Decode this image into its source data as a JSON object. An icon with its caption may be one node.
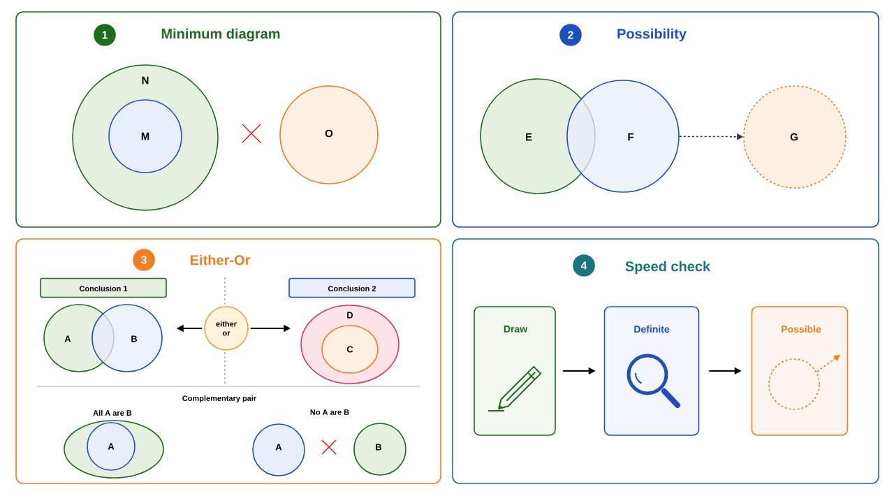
{
  "diagram": {
    "nodes": [
      {
        "text": [
          "Minimum diagram"
        ]
      },
      {
        "text": [
          "1"
        ],
        "in": 0
      },
      {
        "text": [
          "N"
        ],
        "in": 0
      },
      {
        "text": [
          "M"
        ],
        "in": 2
      },
      {
        "text": [
          "O"
        ],
        "in": 0
      },
      {
        "text": [
          "Possibility"
        ]
      },
      {
        "text": [
          "2"
        ],
        "in": 5
      },
      {
        "text": [
          "E"
        ],
        "in": 5
      },
      {
        "text": [
          "F"
        ],
        "in": 5
      },
      {
        "text": [
          "G"
        ],
        "in": 5
      },
      {
        "text": [
          "Either-Or"
        ]
      },
      {
        "text": [
          "3"
        ],
        "in": 10
      },
      {
        "text": [
          "Conclusion 1"
        ],
        "in": 10
      },
      {
        "text": [
          "A"
        ],
        "in": 10
      },
      {
        "text": [
          "B"
        ],
        "in": 10
      },
      {
        "text": [
          "either or"
        ],
        "in": 10
      },
      {
        "text": [
          "Conclusion 2"
        ],
        "in": 10
      },
      {
        "text": [
          "D"
        ],
        "in": 10
      },
      {
        "text": [
          "C"
        ],
        "in": 17
      },
      {
        "text": [
          "All A are B"
        ],
        "in": 10
      },
      {
        "text": [
          "A"
        ],
        "in": 19
      },
      {
        "text": [
          "A"
        ],
        "in": 10
      },
      {
        "text": [
          "B"
        ],
        "in": 10
      },
      {
        "text": [
          "Speed check"
        ]
      },
      {
        "text": [
          "4"
        ],
        "in": 23
      },
      {
        "text": [
          "Draw"
        ],
        "in": 23
      },
      {
        "text": [
          "Definite"
        ],
        "in": 23
      },
      {
        "text": [
          "Possible"
        ],
        "in": 23
      }
    ],
    "edges": [
      {
        "from": 8,
        "to": 9,
        "arrow": "to",
        "style": "dashed",
        "color": "#333333"
      },
      {
        "from": 15,
        "to": 14,
        "arrow": "to"
      },
      {
        "from": 15,
        "to": 17,
        "arrow": "to"
      },
      {
        "from": 25,
        "to": 26,
        "arrow": "to"
      },
      {
        "from": 26,
        "to": 27,
        "arrow": "to"
      }
    ],
    "labels": [
      "Complementary pair",
      "No A are B"
    ]
  }
}
